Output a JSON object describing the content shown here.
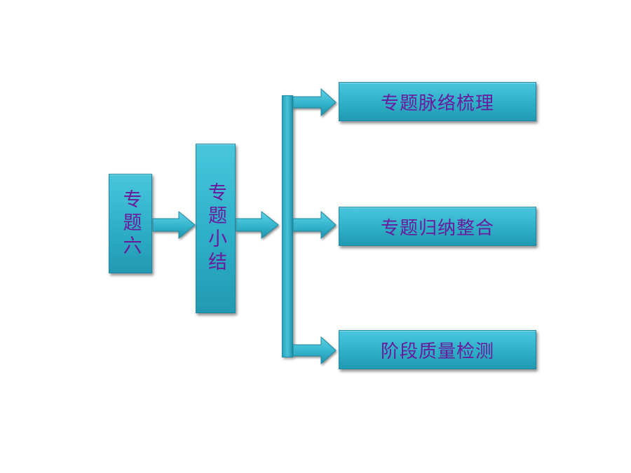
{
  "diagram": {
    "root": {
      "label": "专题六"
    },
    "middle": {
      "label": "专题小结"
    },
    "branches": [
      {
        "label": "专题脉络梳理"
      },
      {
        "label": "专题归纳整合"
      },
      {
        "label": "阶段质量检测"
      }
    ],
    "colors": {
      "box_fill": "#31b3cc",
      "text": "#6a1a9c",
      "arrow_fill": "#36b7cf"
    },
    "icons": [
      "right-arrow-icon"
    ]
  }
}
